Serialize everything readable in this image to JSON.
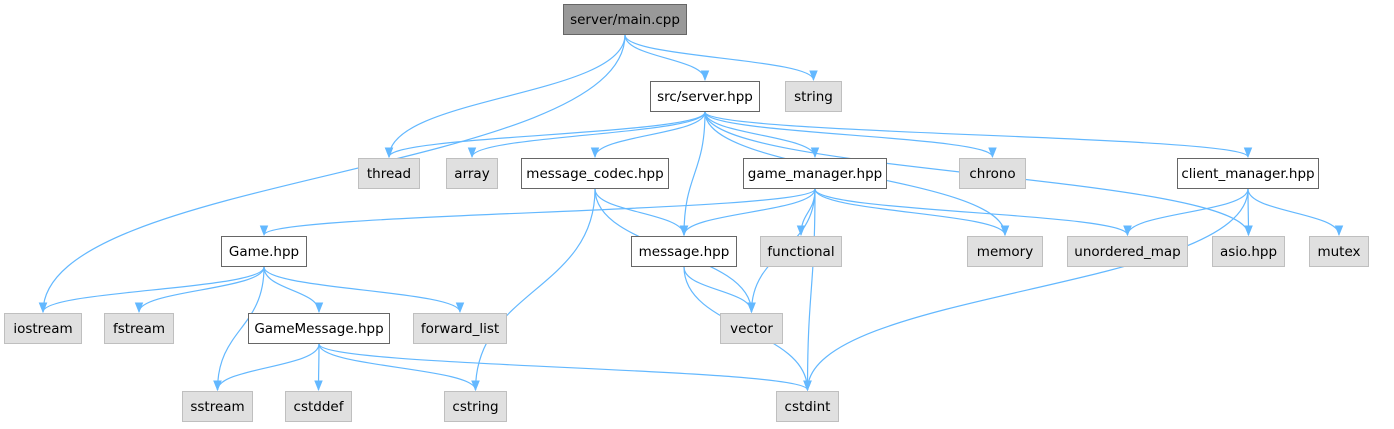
{
  "diagram": {
    "edge_color": "#63b8ff",
    "nodes": [
      {
        "id": "main",
        "label": "server/main.cpp",
        "kind": "root"
      },
      {
        "id": "server",
        "label": "src/server.hpp",
        "kind": "local"
      },
      {
        "id": "string",
        "label": "string",
        "kind": "system"
      },
      {
        "id": "thread",
        "label": "thread",
        "kind": "system"
      },
      {
        "id": "array",
        "label": "array",
        "kind": "system"
      },
      {
        "id": "codec",
        "label": "message_codec.hpp",
        "kind": "local"
      },
      {
        "id": "gm",
        "label": "game_manager.hpp",
        "kind": "local"
      },
      {
        "id": "chrono",
        "label": "chrono",
        "kind": "system"
      },
      {
        "id": "cm",
        "label": "client_manager.hpp",
        "kind": "local"
      },
      {
        "id": "game",
        "label": "Game.hpp",
        "kind": "local"
      },
      {
        "id": "message",
        "label": "message.hpp",
        "kind": "local"
      },
      {
        "id": "functional",
        "label": "functional",
        "kind": "system"
      },
      {
        "id": "memory",
        "label": "memory",
        "kind": "system"
      },
      {
        "id": "umap",
        "label": "unordered_map",
        "kind": "system"
      },
      {
        "id": "asio",
        "label": "asio.hpp",
        "kind": "system"
      },
      {
        "id": "mutex",
        "label": "mutex",
        "kind": "system"
      },
      {
        "id": "iostream",
        "label": "iostream",
        "kind": "system"
      },
      {
        "id": "fstream",
        "label": "fstream",
        "kind": "system"
      },
      {
        "id": "gmsg",
        "label": "GameMessage.hpp",
        "kind": "local"
      },
      {
        "id": "flist",
        "label": "forward_list",
        "kind": "system"
      },
      {
        "id": "vector",
        "label": "vector",
        "kind": "system"
      },
      {
        "id": "sstream",
        "label": "sstream",
        "kind": "system"
      },
      {
        "id": "cstddef",
        "label": "cstddef",
        "kind": "system"
      },
      {
        "id": "cstring",
        "label": "cstring",
        "kind": "system"
      },
      {
        "id": "cstdint",
        "label": "cstdint",
        "kind": "system"
      }
    ],
    "edges": [
      [
        "main",
        "server"
      ],
      [
        "main",
        "string"
      ],
      [
        "main",
        "thread"
      ],
      [
        "main",
        "iostream"
      ],
      [
        "server",
        "thread"
      ],
      [
        "server",
        "array"
      ],
      [
        "server",
        "codec"
      ],
      [
        "server",
        "gm"
      ],
      [
        "server",
        "message"
      ],
      [
        "server",
        "chrono"
      ],
      [
        "server",
        "cm"
      ],
      [
        "server",
        "memory"
      ],
      [
        "server",
        "asio"
      ],
      [
        "codec",
        "message"
      ],
      [
        "codec",
        "vector"
      ],
      [
        "codec",
        "cstring"
      ],
      [
        "gm",
        "game"
      ],
      [
        "gm",
        "message"
      ],
      [
        "gm",
        "functional"
      ],
      [
        "gm",
        "memory"
      ],
      [
        "gm",
        "umap"
      ],
      [
        "gm",
        "vector"
      ],
      [
        "gm",
        "cstdint"
      ],
      [
        "cm",
        "umap"
      ],
      [
        "cm",
        "asio"
      ],
      [
        "cm",
        "mutex"
      ],
      [
        "cm",
        "cstdint"
      ],
      [
        "game",
        "iostream"
      ],
      [
        "game",
        "fstream"
      ],
      [
        "game",
        "gmsg"
      ],
      [
        "game",
        "flist"
      ],
      [
        "game",
        "sstream"
      ],
      [
        "message",
        "vector"
      ],
      [
        "message",
        "cstdint"
      ],
      [
        "gmsg",
        "sstream"
      ],
      [
        "gmsg",
        "cstddef"
      ],
      [
        "gmsg",
        "cstring"
      ],
      [
        "gmsg",
        "cstdint"
      ]
    ]
  }
}
